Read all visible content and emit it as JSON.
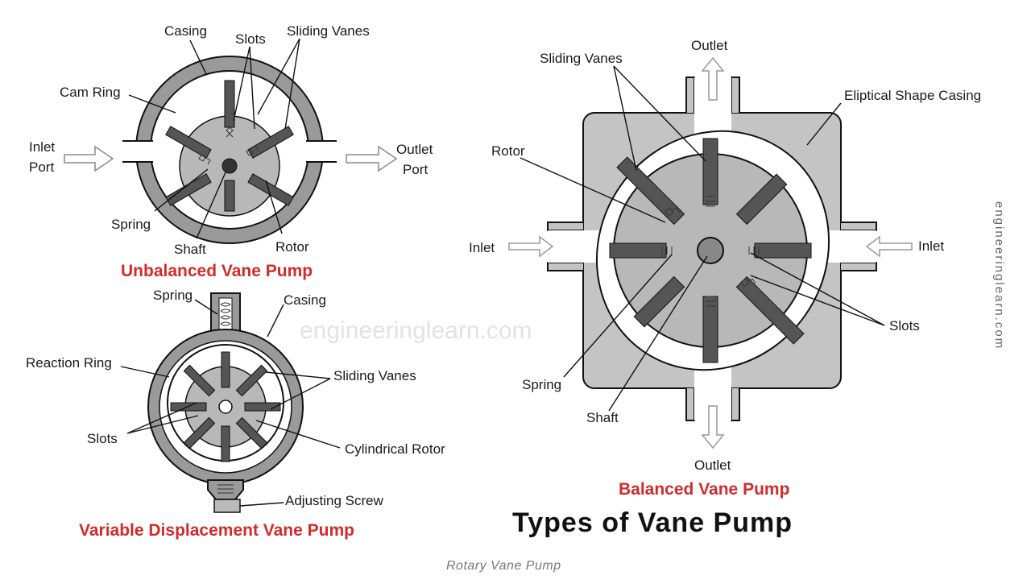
{
  "unbalanced": {
    "labels": {
      "casing": "Casing",
      "slots": "Slots",
      "sliding_vanes": "Sliding Vanes",
      "cam_ring": "Cam Ring",
      "inlet_port_1": "Inlet",
      "inlet_port_2": "Port",
      "outlet_port_1": "Outlet",
      "outlet_port_2": "Port",
      "spring": "Spring",
      "shaft": "Shaft",
      "rotor": "Rotor"
    },
    "title": "Unbalanced Vane Pump"
  },
  "variable": {
    "labels": {
      "spring": "Spring",
      "casing": "Casing",
      "reaction_ring": "Reaction Ring",
      "sliding_vanes": "Sliding Vanes",
      "slots": "Slots",
      "cylindrical_rotor": "Cylindrical Rotor",
      "adjusting_screw": "Adjusting Screw"
    },
    "title": "Variable Displacement Vane Pump",
    "watermark": "engineeringlearn.com"
  },
  "balanced": {
    "labels": {
      "outlet_top": "Outlet",
      "sliding_vanes": "Sliding Vanes",
      "eliptical_casing": "Eliptical Shape Casing",
      "rotor": "Rotor",
      "inlet_left": "Inlet",
      "inlet_right": "Inlet",
      "slots": "Slots",
      "spring": "Spring",
      "shaft": "Shaft",
      "outlet_bottom": "Outlet"
    },
    "title": "Balanced Vane Pump"
  },
  "main_title": "Types of Vane Pump",
  "side_watermark": "engineeringlearn.com",
  "caption": "Rotary Vane Pump",
  "colors": {
    "accent_red": "#d22b2b",
    "casing_gray": "#9a9a9a",
    "rotor_gray": "#b8b8b8",
    "vane_dark": "#555555",
    "casing_light": "#c4c4c4"
  }
}
